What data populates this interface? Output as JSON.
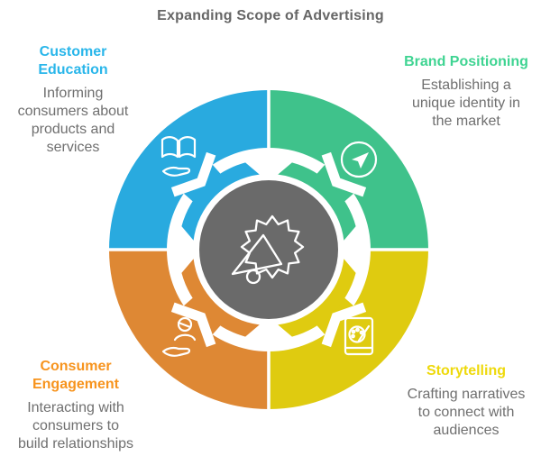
{
  "title": "Expanding Scope of Advertising",
  "title_color": "#666666",
  "background_color": "#FFFFFF",
  "diagram": {
    "text_color": "#6F6F6F",
    "center": {
      "icon": "megaphone-burst",
      "color": "#6A6A6A"
    },
    "quadrants": [
      {
        "name": "Customer Education",
        "position": "top-left",
        "heading_lines": [
          "Customer",
          "Education"
        ],
        "description_lines": [
          "Informing",
          "consumers about",
          "products and",
          "services"
        ],
        "heading_color": "#29B6EA",
        "segment_color": "#29AADF",
        "icon": "book-over-hand"
      },
      {
        "name": "Brand Positioning",
        "position": "top-right",
        "heading_lines": [
          "Brand Positioning"
        ],
        "description_lines": [
          "Establishing a",
          "unique identity in",
          "the market"
        ],
        "heading_color": "#3FD492",
        "segment_color": "#3FC28B",
        "icon": "send-plane"
      },
      {
        "name": "Storytelling",
        "position": "bottom-right",
        "heading_lines": [
          "Storytelling"
        ],
        "description_lines": [
          "Crafting narratives",
          "to connect with",
          "audiences"
        ],
        "heading_color": "#EED90B",
        "segment_color": "#DFCB10",
        "icon": "storybook-palette"
      },
      {
        "name": "Consumer Engagement",
        "position": "bottom-left",
        "heading_lines": [
          "Consumer",
          "Engagement"
        ],
        "description_lines": [
          "Interacting with",
          "consumers to",
          "build relationships"
        ],
        "heading_color": "#F7941E",
        "segment_color": "#DE8834",
        "icon": "person-over-hand"
      }
    ]
  }
}
